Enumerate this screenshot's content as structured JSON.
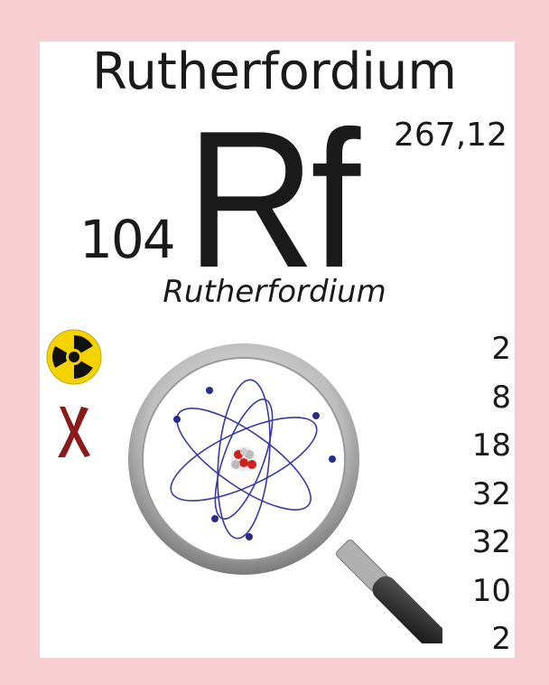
{
  "element": {
    "name": "Rutherfordium",
    "symbol": "Rf",
    "atomic_number": "104",
    "atomic_mass": "267,12",
    "latin_name": "Rutherfordium"
  },
  "electron_shells": [
    "2",
    "8",
    "18",
    "32",
    "32",
    "10",
    "2"
  ],
  "icons": {
    "radioactive": "radioactive-icon",
    "synthetic": "x-mark-icon",
    "illustration": "magnifier-atom-icon"
  },
  "colors": {
    "frame": "#f7cfd3",
    "text": "#1a1a1a",
    "radioactive_yellow": "#f5d300",
    "x_mark": "#8b1a1a",
    "orbit": "#3a3aa0"
  }
}
